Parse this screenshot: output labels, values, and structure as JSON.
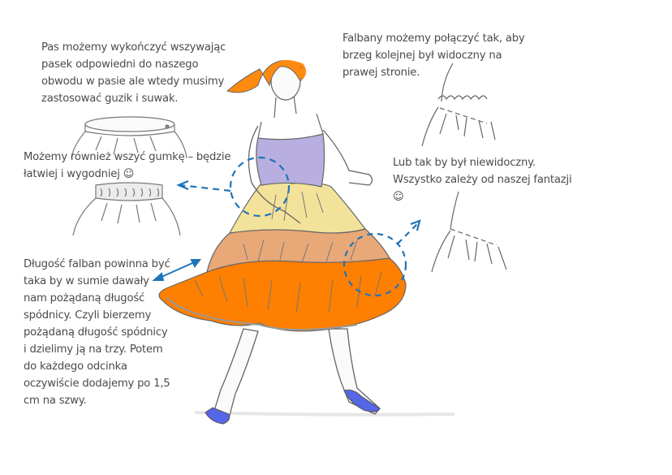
{
  "notes": {
    "waistband": {
      "lines": [
        "Pas możemy wykończyć wszywając",
        "pasek odpowiedni do naszego",
        "obwodu w pasie ale wtedy musimy",
        "zastosować guzik i suwak."
      ]
    },
    "elastic": {
      "lines": [
        "Możemy również wszyć gumkę – będzie",
        "łatwiej i wygodniej ☺"
      ]
    },
    "ruffle_visible": {
      "lines": [
        "Falbany możemy połączyć tak, aby",
        "brzeg kolejnej był widoczny na",
        "prawej stronie."
      ]
    },
    "ruffle_hidden": {
      "lines": [
        "Lub tak by był niewidoczny.",
        "Wszystko zależy od naszej fantazji",
        "☺"
      ]
    },
    "length": {
      "lines": [
        "Długość falban powinna być",
        "taka by w sumie dawały",
        "nam pożądaną długość",
        "spódnicy. Czyli bierzemy",
        "pożądaną długość spódnicy",
        "i dzielimy ją na trzy. Potem",
        "do każdego odcinka",
        "oczywiście dodajemy po 1,5",
        "cm na szwy."
      ]
    }
  },
  "colors": {
    "text": "#4b4b4b",
    "annotation_blue": "#1f74b8",
    "tier_top": "#f3e39a",
    "tier_middle": "#e8a878",
    "tier_bottom": "#ff7f00",
    "top_bodice": "#b8aee0",
    "hair": "#ff8a10",
    "shoes": "#5566e6",
    "line": "#555555"
  },
  "illustration": {
    "subject": "woman in three-tiered ruffle skirt",
    "callouts": [
      "waistband-detail",
      "elastic-waist-detail",
      "visible-seam-detail",
      "hidden-seam-detail",
      "length-arrow"
    ]
  }
}
